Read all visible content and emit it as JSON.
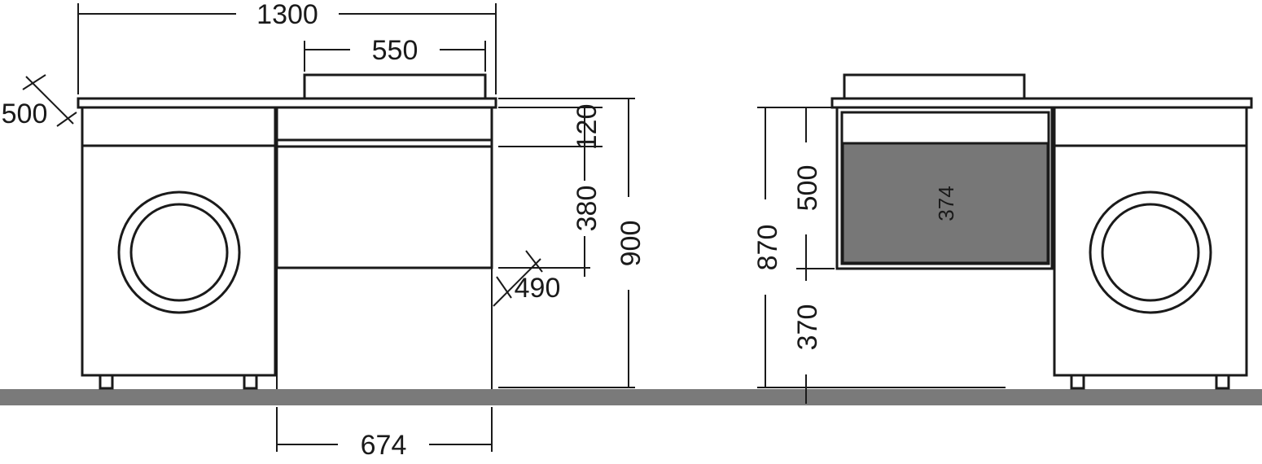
{
  "front_view": {
    "dim_total_width": "1300",
    "dim_sink_width": "550",
    "dim_depth": "500",
    "dim_drawer_top": "120",
    "dim_drawer": "380",
    "dim_total_height": "900",
    "dim_cabinet_depth": "490",
    "dim_cabinet_width": "674"
  },
  "side_view": {
    "dim_drawer_height": "500",
    "dim_height": "870",
    "dim_leg_height": "370",
    "dim_inner": "374"
  },
  "colors": {
    "line": "#1a1a1a",
    "floor": "#7a7a7a",
    "drawer_fill": "#777777"
  }
}
